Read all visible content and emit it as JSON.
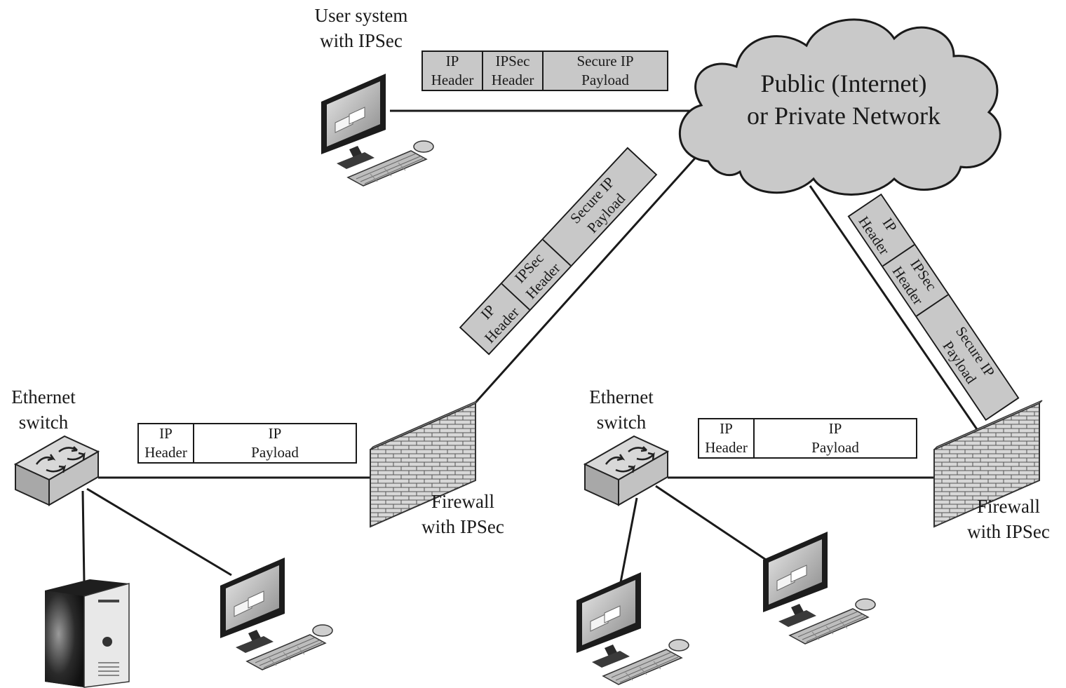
{
  "cloud": {
    "line1": "Public (Internet)",
    "line2": "or Private Network"
  },
  "user_system": {
    "line1": "User system",
    "line2": "with IPSec"
  },
  "left_switch": {
    "line1": "Ethernet",
    "line2": "switch"
  },
  "right_switch": {
    "line1": "Ethernet",
    "line2": "switch"
  },
  "left_firewall": {
    "line1": "Firewall",
    "line2": "with IPSec"
  },
  "right_firewall": {
    "line1": "Firewall",
    "line2": "with IPSec"
  },
  "secure_packet": {
    "ip_header": [
      "IP",
      "Header"
    ],
    "ipsec_header": [
      "IPSec",
      "Header"
    ],
    "payload": [
      "Secure IP",
      "Payload"
    ]
  },
  "plain_packet": {
    "ip_header": [
      "IP",
      "Header"
    ],
    "payload": [
      "IP",
      "Payload"
    ]
  },
  "icons": [
    "cloud-icon",
    "desktop-computer-icon",
    "ethernet-switch-icon",
    "firewall-icon",
    "server-tower-icon"
  ],
  "colors": {
    "packet_secure": "#c8c8c8",
    "cloud": "#c9c9c9",
    "line": "#1a1a1a"
  }
}
